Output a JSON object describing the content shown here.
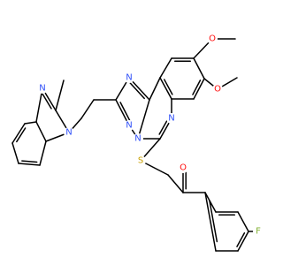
{
  "molecule": {
    "atom_labels": {
      "o_methoxy_top": "O",
      "o_methoxy_right": "O",
      "n_triazole_top": "N",
      "n_triazole_bridge": "N",
      "n_triazole_left": "N",
      "n_quinazoline": "N",
      "n_benzimidazole_top": "N",
      "n_benzimidazole_bottom": "N",
      "s_thioether": "S",
      "o_ketone": "O",
      "f_fluoro": "F"
    },
    "colors": {
      "bond": "#000000",
      "nitrogen": "#3050F8",
      "oxygen": "#FF0D0D",
      "sulfur": "#C8A000",
      "fluorine": "#7FB030"
    }
  }
}
